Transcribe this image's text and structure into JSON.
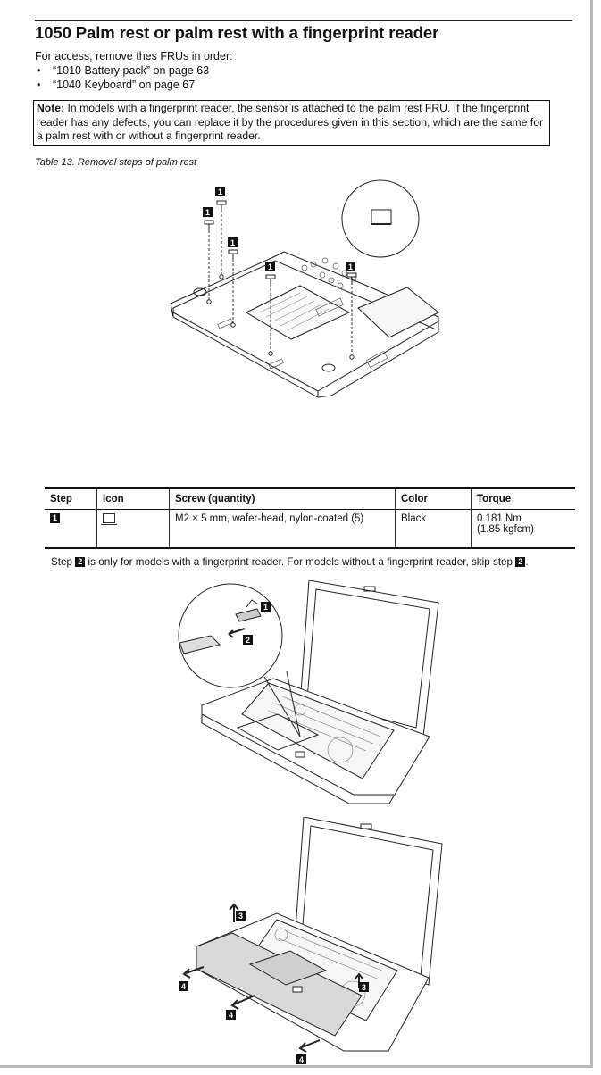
{
  "title": "1050 Palm rest or palm rest with a fingerprint reader",
  "access": {
    "intro": "For access, remove thes FRUs in order:",
    "items": [
      "“1010 Battery pack” on page 63",
      "“1040 Keyboard” on page 67"
    ]
  },
  "note": {
    "label": "Note:",
    "text": " In models with a fingerprint reader, the sensor is attached to the palm rest FRU. If the fingerprint reader has any defects, you can replace it by the procedures given in this section, which are the same for a palm rest with or without a fingerprint reader."
  },
  "table_caption": "Table 13. Removal steps of palm rest",
  "figure1": {
    "callouts": [
      "1",
      "1",
      "1",
      "1",
      "1"
    ]
  },
  "table": {
    "headers": [
      "Step",
      "Icon",
      "Screw (quantity)",
      "Color",
      "Torque"
    ],
    "row": {
      "step": "1",
      "icon": "screw-icon",
      "screw": "M2 × 5 mm, wafer-head, nylon-coated (5)",
      "color": "Black",
      "torque_nm": "0.181 Nm",
      "torque_kgfcm": "(1.85 kgfcm)"
    }
  },
  "step_note": {
    "prefix": "Step ",
    "step1": "2",
    "middle": " is only for models with a fingerprint reader. For models without a fingerprint reader, skip step ",
    "step2": "2",
    "suffix": "."
  },
  "figure2": {
    "callouts": [
      "1",
      "2"
    ]
  },
  "figure3": {
    "callouts": [
      "3",
      "3",
      "4",
      "4",
      "4"
    ]
  }
}
